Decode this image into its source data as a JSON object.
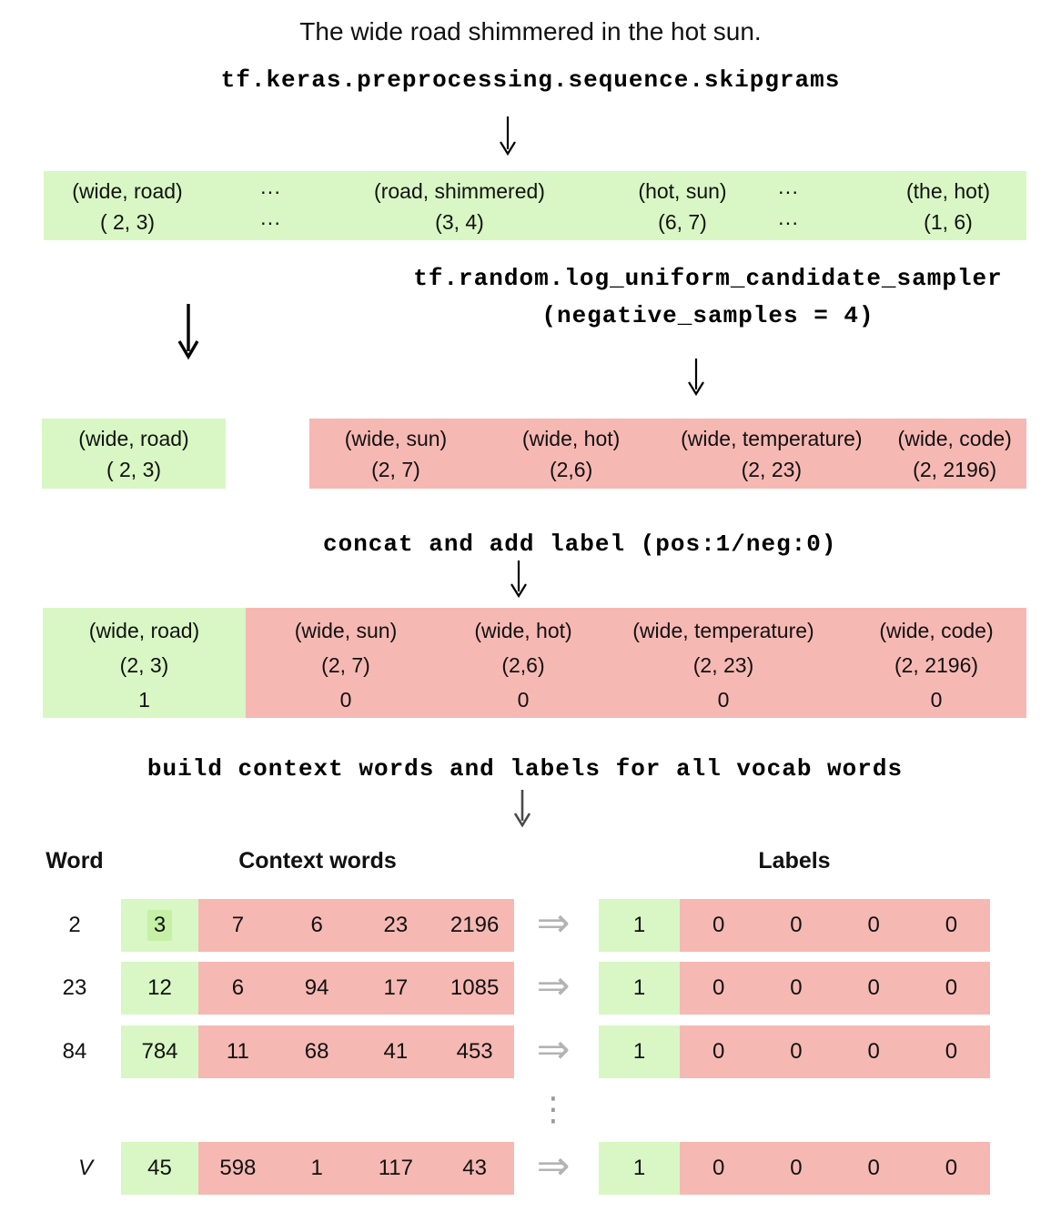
{
  "sentence": "The wide road shimmered in the hot sun.",
  "steps": {
    "skipgrams_fn": "tf.keras.preprocessing.sequence.skipgrams",
    "sampler_fn": "tf.random.log_uniform_candidate_sampler",
    "sampler_arg": "(negative_samples = 4)",
    "concat_label": "concat and add label (pos:1/neg:0)",
    "build_label": "build context words and labels for all vocab words"
  },
  "skipgram_band": {
    "columns": [
      {
        "pair": "(wide, road)",
        "ids": "( 2, 3)"
      },
      {
        "pair": "···",
        "ids": "···"
      },
      {
        "pair": "(road, shimmered)",
        "ids": "(3, 4)"
      },
      {
        "pair": "(hot, sun)",
        "ids": "(6, 7)"
      },
      {
        "pair": "···",
        "ids": "···"
      },
      {
        "pair": "(the, hot)",
        "ids": "(1, 6)"
      }
    ]
  },
  "positive_sample": {
    "pair": "(wide, road)",
    "ids": "( 2, 3)"
  },
  "negative_samples": {
    "columns": [
      {
        "pair": "(wide, sun)",
        "ids": "(2, 7)"
      },
      {
        "pair": "(wide, hot)",
        "ids": "(2,6)"
      },
      {
        "pair": "(wide, temperature)",
        "ids": "(2, 23)"
      },
      {
        "pair": "(wide, code)",
        "ids": "(2, 2196)"
      }
    ]
  },
  "concat_table": {
    "positive": {
      "pair": "(wide, road)",
      "ids": "(2, 3)",
      "label": "1"
    },
    "negatives": [
      {
        "pair": "(wide, sun)",
        "ids": "(2, 7)",
        "label": "0"
      },
      {
        "pair": "(wide, hot)",
        "ids": "(2,6)",
        "label": "0"
      },
      {
        "pair": "(wide, temperature)",
        "ids": "(2, 23)",
        "label": "0"
      },
      {
        "pair": "(wide, code)",
        "ids": "(2, 2196)",
        "label": "0"
      }
    ]
  },
  "vocab_table": {
    "headers": {
      "word": "Word",
      "context": "Context words",
      "labels": "Labels"
    },
    "arrow": "⇒",
    "ellipsis": "⋮",
    "rows": [
      {
        "word": "2",
        "pos_context": "3",
        "neg_contexts": [
          "7",
          "6",
          "23",
          "2196"
        ],
        "pos_label": "1",
        "neg_labels": [
          "0",
          "0",
          "0",
          "0"
        ]
      },
      {
        "word": "23",
        "pos_context": "12",
        "neg_contexts": [
          "6",
          "94",
          "17",
          "1085"
        ],
        "pos_label": "1",
        "neg_labels": [
          "0",
          "0",
          "0",
          "0"
        ]
      },
      {
        "word": "84",
        "pos_context": "784",
        "neg_contexts": [
          "11",
          "68",
          "41",
          "453"
        ],
        "pos_label": "1",
        "neg_labels": [
          "0",
          "0",
          "0",
          "0"
        ]
      },
      {
        "word": "V",
        "pos_context": "45",
        "neg_contexts": [
          "598",
          "1",
          "117",
          "43"
        ],
        "pos_label": "1",
        "neg_labels": [
          "0",
          "0",
          "0",
          "0"
        ]
      }
    ]
  },
  "colors": {
    "positive_green": "#d8f7c4",
    "negative_red": "#f6b8b3",
    "highlight_green": "#c5f0a6",
    "arrow_gray": "#b3b3b3"
  }
}
